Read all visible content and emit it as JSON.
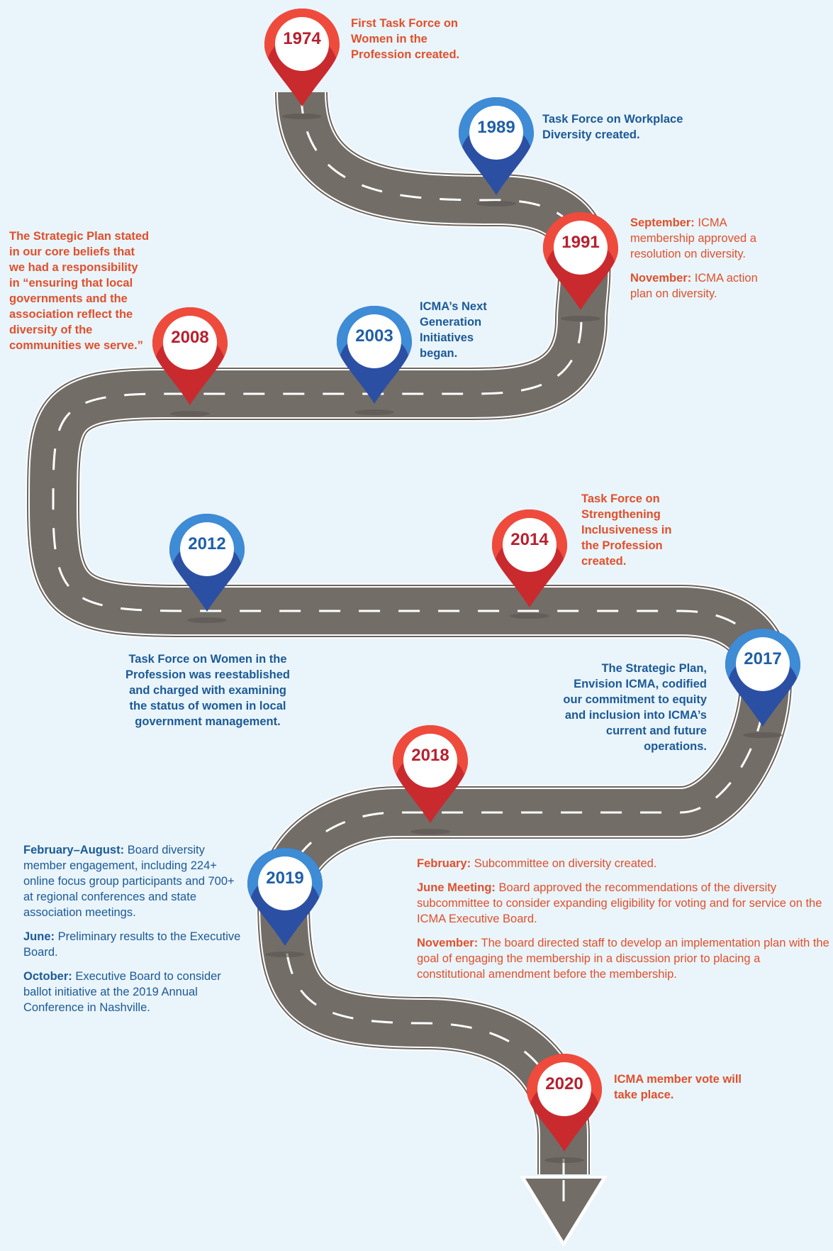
{
  "colors": {
    "background": "#eaf4fb",
    "road": "#726d67",
    "road_edge": "#ffffff",
    "red_pin": "#c92a2e",
    "blue_pin": "#2e63b5",
    "red_text": "#e0502c",
    "blue_text": "#1b5a97"
  },
  "milestones": [
    {
      "year": "1974",
      "color": "red",
      "text": "First Task Force on Women in the Profession created."
    },
    {
      "year": "1989",
      "color": "blue",
      "text": "Task Force on Workplace Diversity created."
    },
    {
      "year": "1991",
      "color": "red",
      "notes": [
        {
          "label": "September:",
          "text": " ICMA membership approved a resolution on diversity."
        },
        {
          "label": "November:",
          "text": " ICMA action plan on diversity."
        }
      ]
    },
    {
      "year": "2003",
      "color": "blue",
      "text": "ICMA’s Next Generation Initiatives began."
    },
    {
      "year": "2008",
      "color": "red",
      "text": "The Strategic Plan stated in our core beliefs that we had a responsibility in “ensuring that local governments and the association reflect the diversity of the communities we serve.”"
    },
    {
      "year": "2012",
      "color": "blue",
      "text": "Task Force on Women in the Profession was reestablished and charged with examining the status of women in local government management."
    },
    {
      "year": "2014",
      "color": "red",
      "text": "Task Force on Strengthening Inclusiveness in the Profession created."
    },
    {
      "year": "2017",
      "color": "blue",
      "text": "The Strategic Plan, Envision ICMA, codified our commitment to equity and inclusion into ICMA’s current and future operations."
    },
    {
      "year": "2018",
      "color": "red",
      "notes": [
        {
          "label": "February:",
          "text": " Subcommittee on diversity created."
        },
        {
          "label": "June Meeting:",
          "text": " Board approved the recommendations of the diversity subcommittee to consider expanding eligibility for voting and for service on the ICMA Executive Board."
        },
        {
          "label": "November:",
          "text": " The board directed staff to develop an implementation plan with the goal of engaging the membership in a discussion prior to placing a constitutional amendment before the membership."
        }
      ]
    },
    {
      "year": "2019",
      "color": "blue",
      "notes": [
        {
          "label": "February–August:",
          "text": " Board diversity member engagement, including 224+ online focus group participants and 700+ at regional conferences and state association meetings."
        },
        {
          "label": "June:",
          "text": " Preliminary results to the Executive Board."
        },
        {
          "label": "October:",
          "text": " Executive Board to consider ballot initiative at the 2019 Annual Conference in Nashville."
        }
      ]
    },
    {
      "year": "2020",
      "color": "red",
      "text": "ICMA member vote will take place."
    }
  ]
}
